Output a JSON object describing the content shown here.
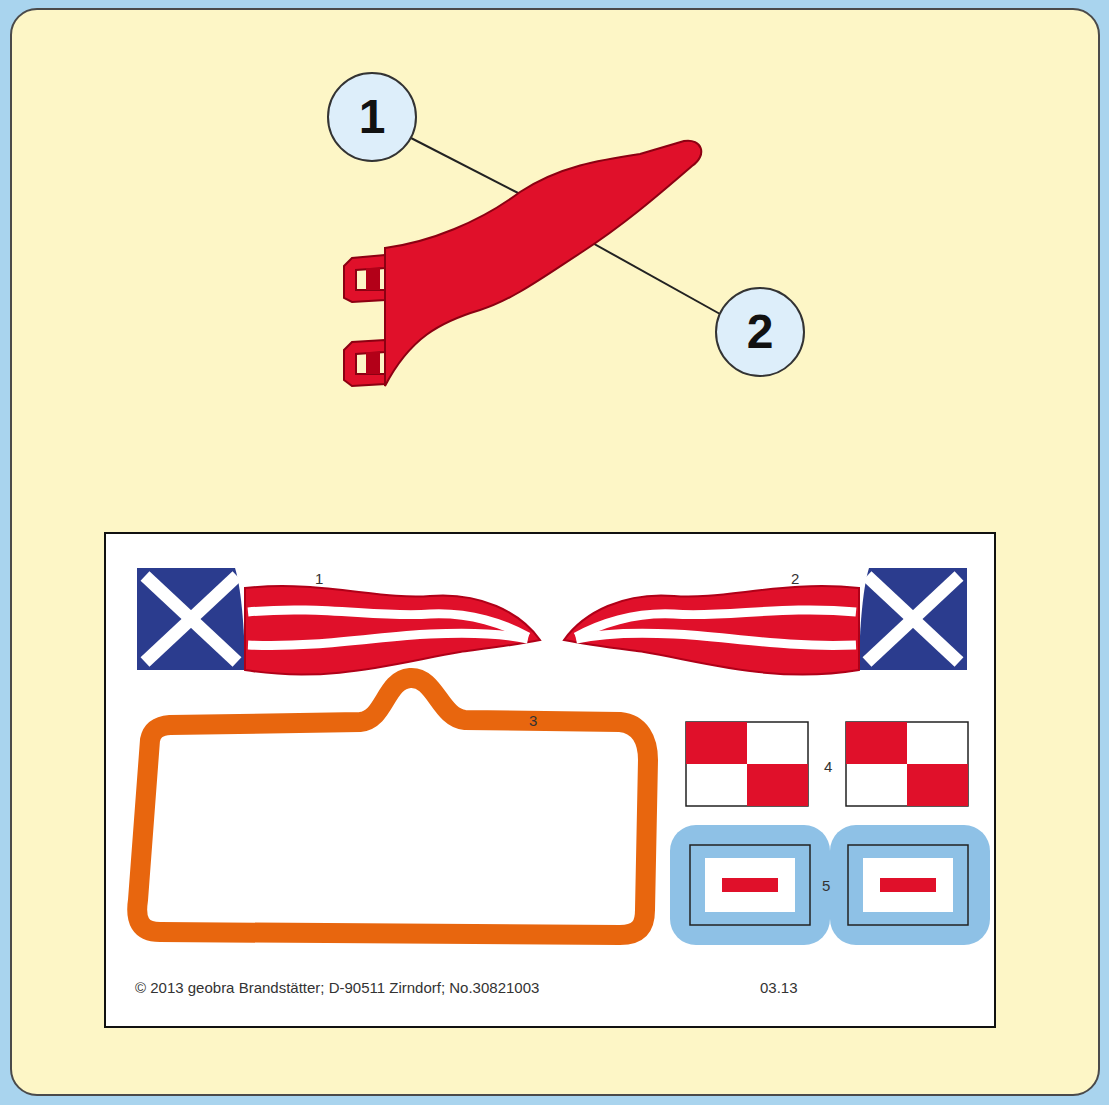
{
  "diagram": {
    "nodes": [
      {
        "text": [
          "1"
        ]
      },
      {
        "text": [
          "2"
        ]
      },
      {
        "text": [
          "1",
          "2",
          "3",
          "4",
          "5",
          "© 2013 geobra Brandstätter; D-90511 Zirndorf; No.30821003",
          "03.13"
        ]
      }
    ]
  }
}
